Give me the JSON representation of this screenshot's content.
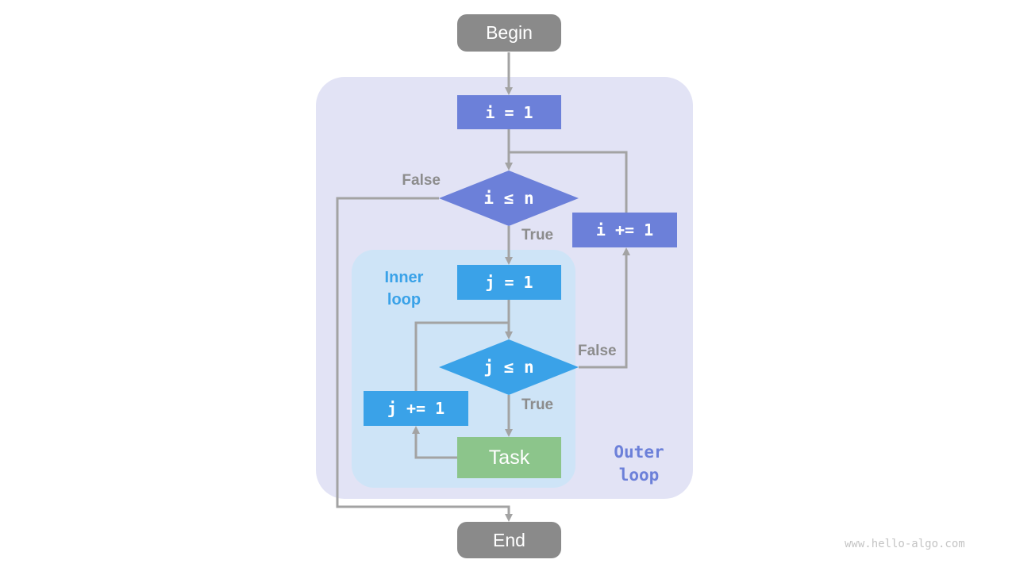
{
  "colors": {
    "terminal_gray": "#8a8a8a",
    "outer_accent": "#6c80d9",
    "inner_accent": "#3aa2e8",
    "task_green": "#8cc58b",
    "outer_region_bg": "#e2e3f5",
    "inner_region_bg": "#cee4f7",
    "arrow_gray": "#a3a3a3",
    "edge_label_gray": "#8c8c8c",
    "watermark_gray": "#c4c4c4",
    "text_white": "#ffffff"
  },
  "flowchart": {
    "nodes": {
      "begin": {
        "label": "Begin"
      },
      "init_i": {
        "label": "i = 1"
      },
      "cond_i": {
        "label": "i ≤ n"
      },
      "inc_i": {
        "label": "i += 1"
      },
      "init_j": {
        "label": "j = 1"
      },
      "cond_j": {
        "label": "j ≤ n"
      },
      "inc_j": {
        "label": "j += 1"
      },
      "task": {
        "label": "Task"
      },
      "end": {
        "label": "End"
      }
    },
    "edge_labels": {
      "outer_false": "False",
      "outer_true": "True",
      "inner_false": "False",
      "inner_true": "True"
    },
    "regions": {
      "inner": {
        "label": "Inner loop"
      },
      "outer": {
        "label": "Outer loop"
      }
    }
  },
  "watermark": "www.hello-algo.com"
}
